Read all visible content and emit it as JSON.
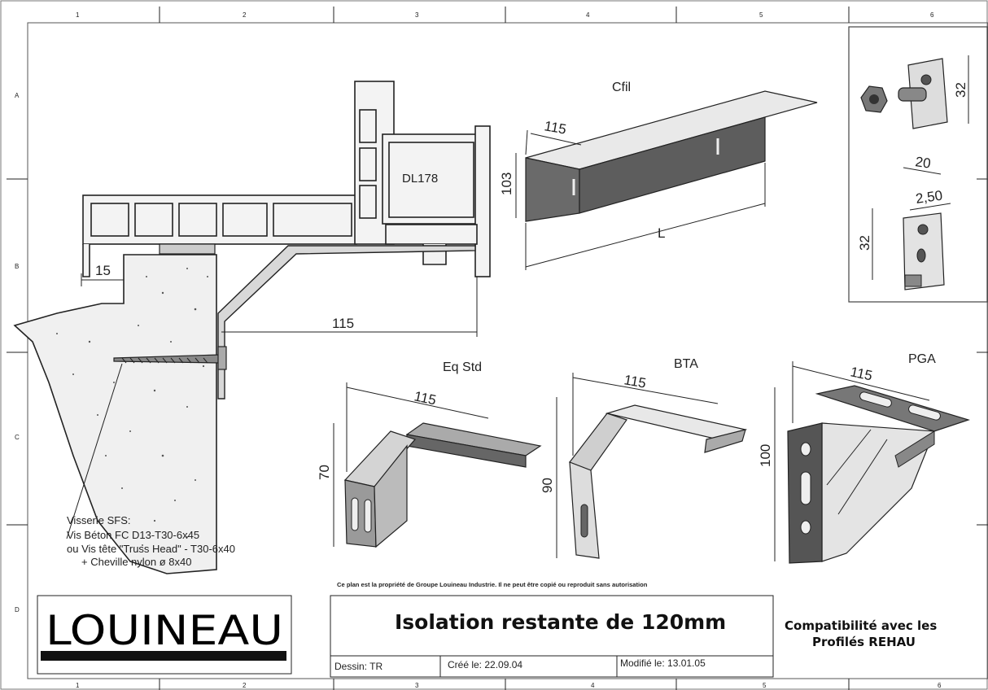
{
  "border": {
    "columns": [
      "1",
      "2",
      "3",
      "4",
      "5",
      "6"
    ],
    "rows": [
      "A",
      "B",
      "C",
      "D"
    ]
  },
  "section_drawing": {
    "profile_label": "DL178",
    "dim_15": "15",
    "dim_115": "115"
  },
  "screws_note": {
    "title": "Visserie SFS:",
    "line1": "Vis Béton FC D13-T30-6x45",
    "line2": "ou Vis tête \"Truss Head\" - T30-6x40",
    "line3": "+ Cheville nylon ø 8x40"
  },
  "cfil": {
    "label": "Cfil",
    "dim_width": "115",
    "dim_height": "103",
    "dim_length": "L"
  },
  "fastener": {
    "dim_32_top": "32",
    "dim_20": "20",
    "dim_2_50": "2,50",
    "dim_32_bottom": "32"
  },
  "eq_std": {
    "label": "Eq Std",
    "dim_width": "115",
    "dim_height": "70"
  },
  "bta": {
    "label": "BTA",
    "dim_width": "115",
    "dim_height": "90"
  },
  "pga": {
    "label": "PGA",
    "dim_width": "115",
    "dim_height": "100"
  },
  "ownership_note": "Ce plan est la propriété de Groupe Louineau Industrie. Il ne peut être copié ou reproduit sans autorisation",
  "title_block": {
    "logo": "LOUINEAU",
    "title": "Isolation restante de 120mm",
    "dessin": "Dessin: TR",
    "cree": "Créé le: 22.09.04",
    "modifie": "Modifié le: 13.01.05",
    "compat_line1": "Compatibilité avec les",
    "compat_line2": "Profilés REHAU"
  }
}
